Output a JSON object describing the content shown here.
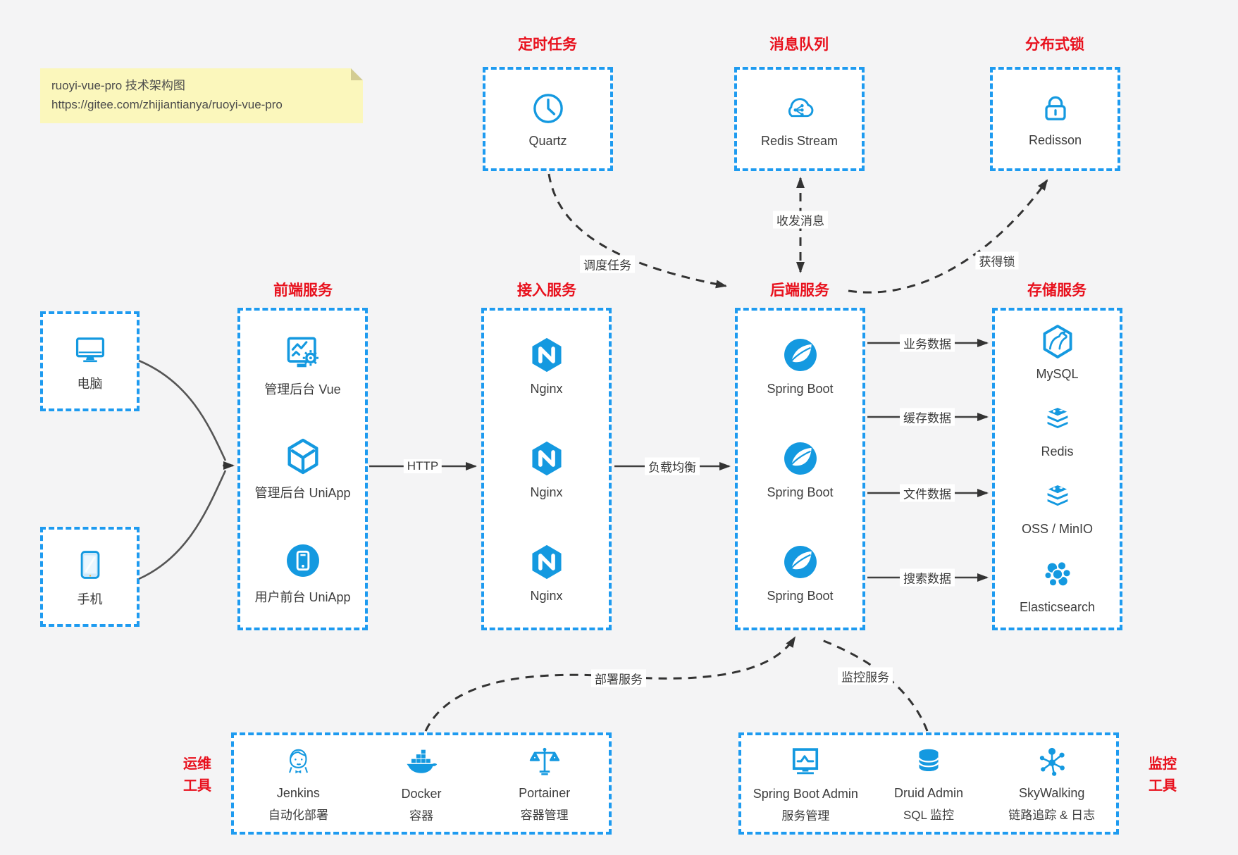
{
  "note": {
    "title": "ruoyi-vue-pro 技术架构图",
    "url": "https://gitee.com/zhijiantianya/ruoyi-vue-pro"
  },
  "colors": {
    "accent_blue": "#1499e0",
    "box_border_blue": "#1e9bf0",
    "title_red": "#e8111d",
    "note_yellow": "#fbf7bc",
    "line_dark": "#3a3a3a"
  },
  "top_groups": [
    {
      "title": "定时任务",
      "item": {
        "label": "Quartz",
        "icon": "clock-icon"
      }
    },
    {
      "title": "消息队列",
      "item": {
        "label": "Redis Stream",
        "icon": "cloud-stream-icon"
      }
    },
    {
      "title": "分布式锁",
      "item": {
        "label": "Redisson",
        "icon": "lock-icon"
      }
    }
  ],
  "clients": [
    {
      "label": "电脑",
      "icon": "desktop-icon"
    },
    {
      "label": "手机",
      "icon": "phone-icon"
    }
  ],
  "service_columns": [
    {
      "title": "前端服务",
      "items": [
        {
          "label": "管理后台 Vue",
          "icon": "admin-vue-icon"
        },
        {
          "label": "管理后台 UniApp",
          "icon": "uniapp-cube-icon"
        },
        {
          "label": "用户前台 UniApp",
          "icon": "uniapp-user-icon"
        }
      ]
    },
    {
      "title": "接入服务",
      "items": [
        {
          "label": "Nginx",
          "icon": "nginx-icon"
        },
        {
          "label": "Nginx",
          "icon": "nginx-icon"
        },
        {
          "label": "Nginx",
          "icon": "nginx-icon"
        }
      ]
    },
    {
      "title": "后端服务",
      "items": [
        {
          "label": "Spring Boot",
          "icon": "spring-icon"
        },
        {
          "label": "Spring Boot",
          "icon": "spring-icon"
        },
        {
          "label": "Spring Boot",
          "icon": "spring-icon"
        }
      ]
    },
    {
      "title": "存储服务",
      "items": [
        {
          "label": "MySQL",
          "icon": "mysql-icon"
        },
        {
          "label": "Redis",
          "icon": "redis-stack-icon"
        },
        {
          "label": "OSS / MinIO",
          "icon": "redis-stack-icon"
        },
        {
          "label": "Elasticsearch",
          "icon": "elasticsearch-icon"
        }
      ]
    }
  ],
  "tool_groups": [
    {
      "title_line1": "运维",
      "title_line2": "工具",
      "items": [
        {
          "label": "Jenkins",
          "sublabel": "自动化部署",
          "icon": "jenkins-icon"
        },
        {
          "label": "Docker",
          "sublabel": "容器",
          "icon": "docker-icon"
        },
        {
          "label": "Portainer",
          "sublabel": "容器管理",
          "icon": "portainer-icon"
        }
      ]
    },
    {
      "title_line1": "监控",
      "title_line2": "工具",
      "items": [
        {
          "label": "Spring Boot Admin",
          "sublabel": "服务管理",
          "icon": "spring-boot-admin-icon"
        },
        {
          "label": "Druid Admin",
          "sublabel": "SQL 监控",
          "icon": "druid-icon"
        },
        {
          "label": "SkyWalking",
          "sublabel": "链路追踪 & 日志",
          "icon": "skywalking-icon"
        }
      ]
    }
  ],
  "edge_labels": {
    "schedule": "调度任务",
    "messages": "收发消息",
    "acquire_lock": "获得锁",
    "http": "HTTP",
    "load_balance": "负载均衡",
    "business_data": "业务数据",
    "cache_data": "缓存数据",
    "file_data": "文件数据",
    "search_data": "搜索数据",
    "deploy": "部署服务",
    "monitor": "监控服务"
  }
}
